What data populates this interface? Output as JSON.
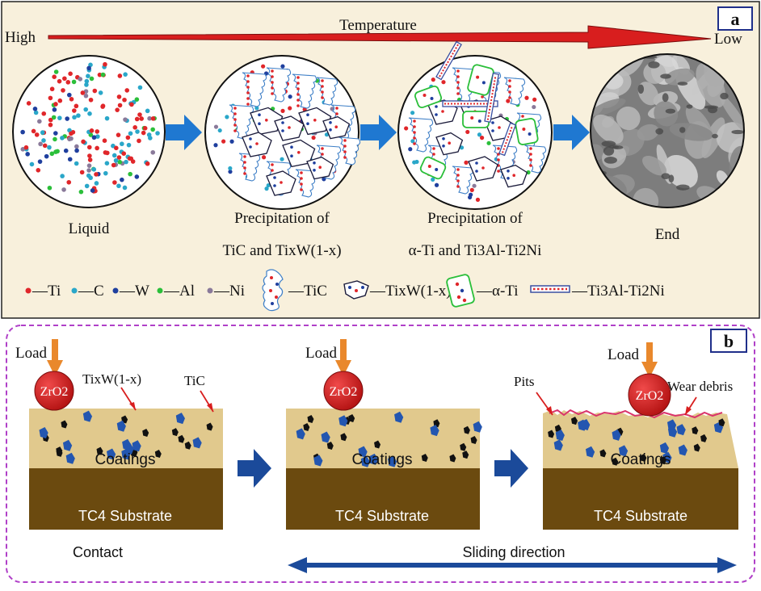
{
  "panel_a": {
    "label": "a",
    "temperature": {
      "title": "Temperature",
      "high": "High",
      "low": "Low"
    },
    "stages": [
      {
        "label": "Liquid",
        "label2": ""
      },
      {
        "label": "Precipitation of",
        "label2": "TiC and TixW(1-x)"
      },
      {
        "label": "Precipitation of",
        "label2": "α-Ti and Ti3Al-Ti2Ni"
      },
      {
        "label": "End",
        "label2": ""
      }
    ],
    "legend": [
      {
        "text": "—Ti",
        "color": "#e0262a"
      },
      {
        "text": "—C",
        "color": "#2aa7c9"
      },
      {
        "text": "—W",
        "color": "#1f3f9e"
      },
      {
        "text": "—Al",
        "color": "#2bbf3a"
      },
      {
        "text": "—Ni",
        "color": "#8a7a9a"
      },
      {
        "text": "—TiC",
        "icon": "tic-icon"
      },
      {
        "text": "—TixW(1-x)",
        "icon": "tixw-icon"
      },
      {
        "text": "—α-Ti",
        "icon": "alpha-ti-icon"
      },
      {
        "text": "—Ti3Al-Ti2Ni",
        "icon": "ti3al-icon"
      }
    ],
    "colors": {
      "background": "#f8f0dc",
      "arrow_red": "#d81e1e",
      "arrow_blue": "#1f78d1"
    }
  },
  "panel_b": {
    "label": "b",
    "panels": [
      {
        "load": "Load",
        "ball": "ZrO2",
        "coating": "Coatings",
        "substrate": "TC4 Substrate",
        "tixw": "TixW(1-x)",
        "tic": "TiC"
      },
      {
        "load": "Load",
        "ball": "ZrO2",
        "coating": "Coatings",
        "substrate": "TC4 Substrate"
      },
      {
        "load": "Load",
        "ball": "ZrO2",
        "coating": "Coatings",
        "substrate": "TC4 Substrate",
        "pits": "Pits",
        "wear": "Wear debris"
      }
    ],
    "contact": "Contact",
    "sliding": "Sliding direction",
    "colors": {
      "coating": "#e1c98d",
      "substrate": "#6b4a0f",
      "ball": "#d81e1e",
      "load_arrow": "#e9882c",
      "border": "#b040c8",
      "sliding_arrow": "#1b4a9a"
    }
  }
}
